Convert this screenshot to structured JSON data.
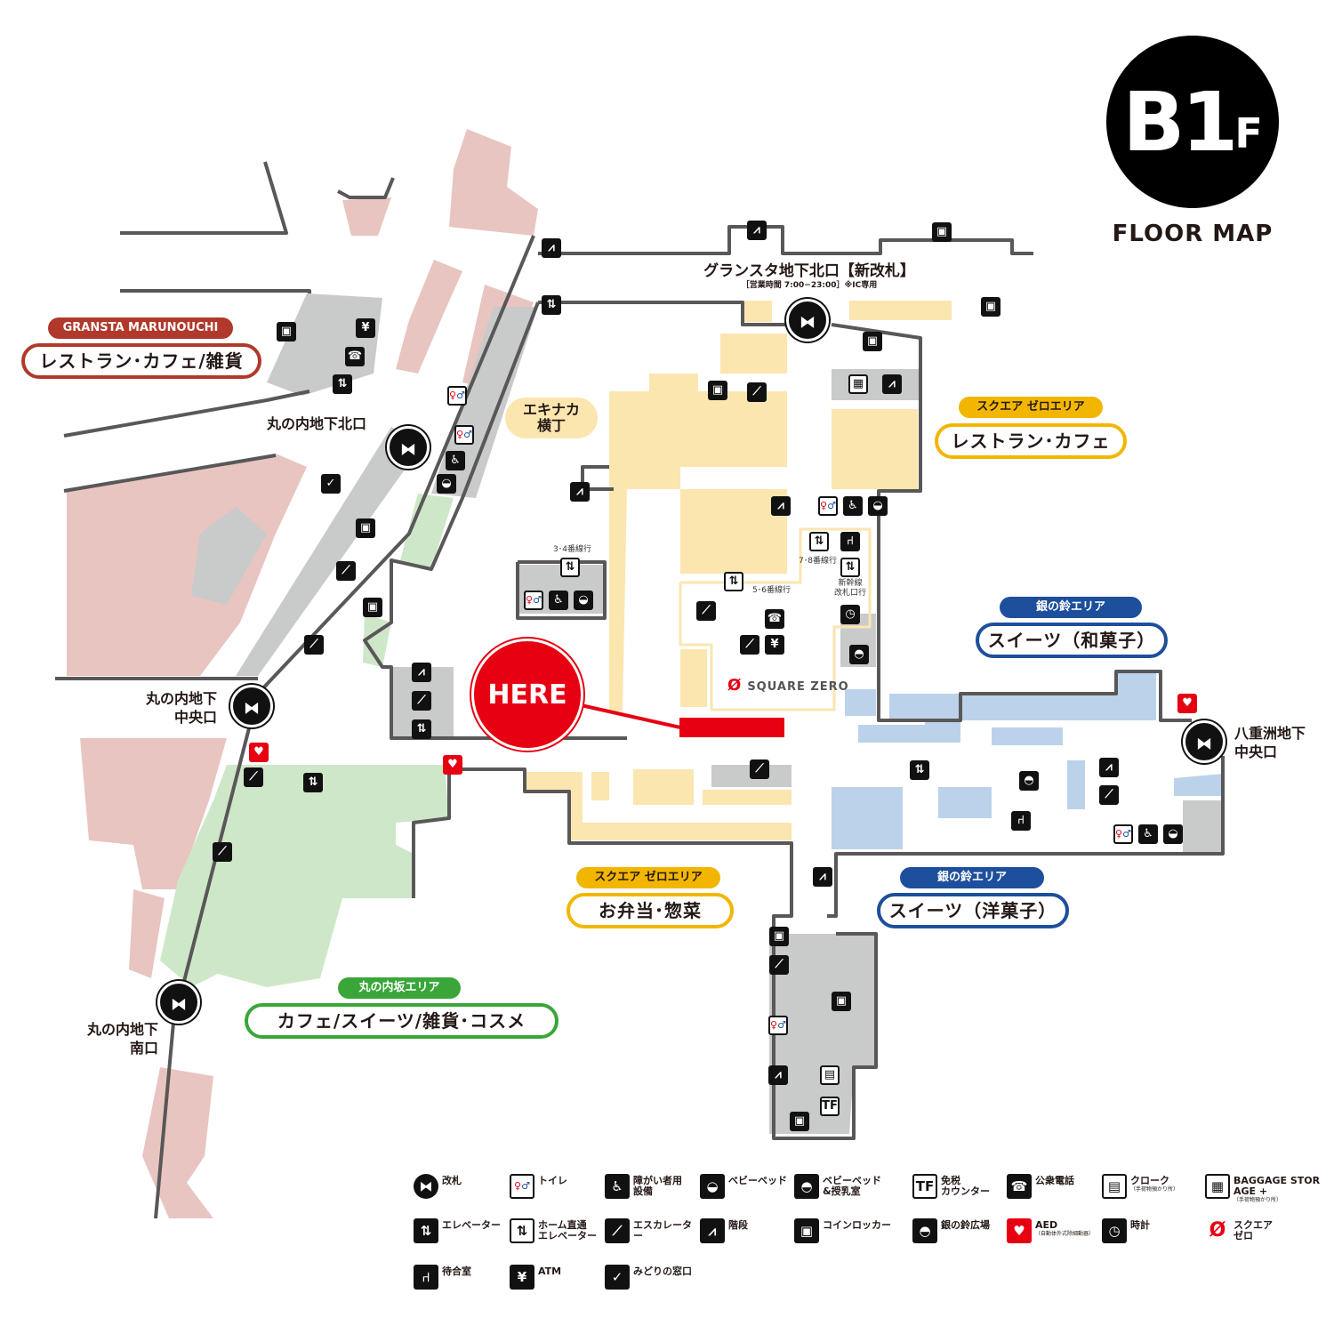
{
  "header": {
    "floor_badge": "B1",
    "floor_badge_suffix": "F",
    "subtitle": "FLOOR MAP"
  },
  "exits": {
    "north_new": {
      "name": "グランスタ地下北口【新改札】",
      "hours": "［営業時間 7:00−23:00］※IC専用"
    },
    "marunouchi_north": "丸の内地下北口",
    "marunouchi_central": [
      "丸の内地下",
      "中央口"
    ],
    "marunouchi_south": [
      "丸の内地下",
      "南口"
    ],
    "yaesu_central": [
      "八重洲地下",
      "中央口"
    ]
  },
  "areas": {
    "granstar_marunouchi": {
      "tag": "GRANSTA MARUNOUCHI",
      "title": "レストラン･カフェ/雑貨",
      "color": "#b0392c"
    },
    "ekinaka": [
      "エキナカ",
      "横丁"
    ],
    "square_zero_north": {
      "tag": "スクエア ゼロエリア",
      "title": "レストラン･カフェ",
      "color": "#f2b600"
    },
    "gin_wagashi": {
      "tag": "銀の鈴エリア",
      "title": "スイーツ（和菓子）",
      "color": "#1d4f9c"
    },
    "square_zero_south": {
      "tag": "スクエア ゼロエリア",
      "title": "お弁当･惣菜",
      "color": "#f2b600"
    },
    "gin_yogashi": {
      "tag": "銀の鈴エリア",
      "title": "スイーツ（洋菓子）",
      "color": "#1d4f9c"
    },
    "marunouchi_zaka": {
      "tag": "丸の内坂エリア",
      "title": "カフェ/スイーツ/雑貨･コスメ",
      "color": "#3aa63a"
    }
  },
  "platform_labels": {
    "p34": "3･4番線行",
    "p56": "5･6番線行",
    "p78": "7･8番線行",
    "shinkansen": [
      "新幹線",
      "改札口行"
    ]
  },
  "square_zero_logo": "SQUARE ZERO",
  "here": "HERE",
  "legend": [
    {
      "icon": "gate",
      "label": "改札"
    },
    {
      "icon": "toilet",
      "label": "トイレ"
    },
    {
      "icon": "accessible",
      "label": "障がい者用 設備"
    },
    {
      "icon": "baby-bed",
      "label": "ベビーベッド"
    },
    {
      "icon": "nursing",
      "label": "ベビーベッド &授乳室"
    },
    {
      "icon": "tax-free",
      "label": "免税 カウンター"
    },
    {
      "icon": "phone",
      "label": "公衆電話"
    },
    {
      "icon": "cloak",
      "label": "クローク",
      "note": "（手荷物預かり所）"
    },
    {
      "icon": "baggage",
      "label": "BAGGAGE STORAGE +",
      "note": "（手荷物預かり所）"
    },
    {
      "icon": "elevator",
      "label": "エレベーター"
    },
    {
      "icon": "platform-elevator",
      "label": "ホーム直通 エレベーター"
    },
    {
      "icon": "escalator",
      "label": "エスカレーター"
    },
    {
      "icon": "stairs",
      "label": "階段"
    },
    {
      "icon": "coin-locker",
      "label": "コインロッカー"
    },
    {
      "icon": "silver-bell",
      "label": "銀の鈴広場"
    },
    {
      "icon": "aed",
      "label": "AED",
      "note": "（自動体外式除細動器）"
    },
    {
      "icon": "clock",
      "label": "時計"
    },
    {
      "icon": "square-zero",
      "label": "スクエア ゼロ"
    },
    {
      "icon": "waiting-room",
      "label": "待合室"
    },
    {
      "icon": "atm",
      "label": "ATM"
    },
    {
      "icon": "midori",
      "label": "みどりの窓口"
    }
  ],
  "colors": {
    "pink": "#e8c5c1",
    "gray": "#c9caca",
    "yellow": "#fbe6b0",
    "green": "#cfe7c9",
    "blue": "#bcd2ea",
    "wall": "#595757",
    "here": "#e60012"
  }
}
